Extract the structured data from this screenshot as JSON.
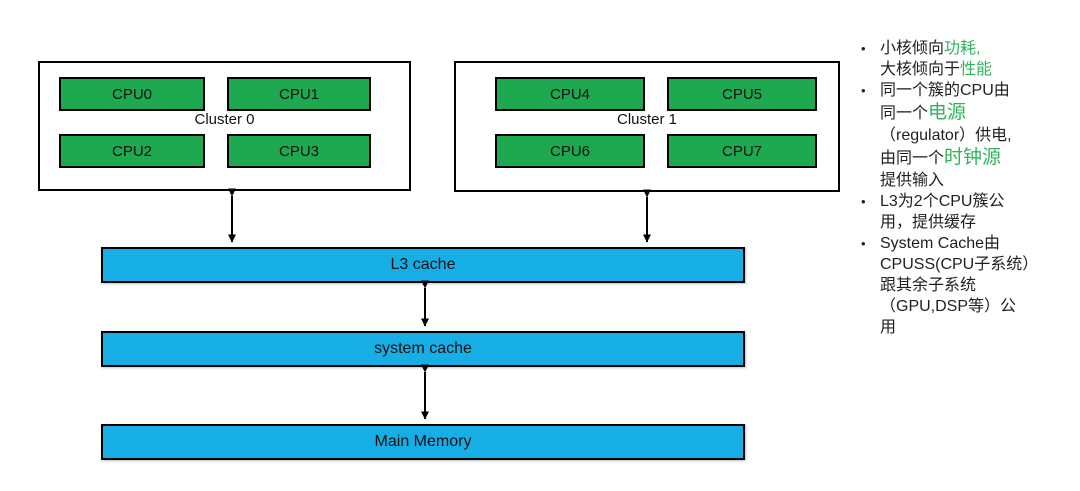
{
  "colors": {
    "cpu_green": "#1EA850",
    "bar_blue": "#17AEE6",
    "highlight_green": "#2FB45C",
    "line_black": "#000000"
  },
  "clusters": [
    {
      "label": "Cluster 0",
      "cpus": [
        "CPU0",
        "CPU1",
        "CPU2",
        "CPU3"
      ]
    },
    {
      "label": "Cluster 1",
      "cpus": [
        "CPU4",
        "CPU5",
        "CPU6",
        "CPU7"
      ]
    }
  ],
  "bars": [
    {
      "label": "L3 cache"
    },
    {
      "label": "system cache"
    },
    {
      "label": "Main Memory"
    }
  ],
  "notes": {
    "bullet_char": "•",
    "bullets": [
      {
        "lines": [
          [
            {
              "t": "小核倾向"
            },
            {
              "t": "功耗,",
              "green": true
            }
          ],
          [
            {
              "t": "大核倾向于"
            },
            {
              "t": "性能",
              "green": true
            }
          ]
        ]
      },
      {
        "lines": [
          [
            {
              "t": "同一个簇的CPU由"
            }
          ],
          [
            {
              "t": "同一个"
            },
            {
              "t": "电源",
              "green": true,
              "large": true
            }
          ],
          [
            {
              "t": "（regulator）供电,"
            }
          ],
          [
            {
              "t": "由同一个"
            },
            {
              "t": "时钟源",
              "green": true,
              "large": true
            }
          ],
          [
            {
              "t": "提供输入"
            }
          ]
        ]
      },
      {
        "lines": [
          [
            {
              "t": "L3为2个CPU簇公"
            }
          ],
          [
            {
              "t": "用，提供缓存"
            }
          ]
        ]
      },
      {
        "lines": [
          [
            {
              "t": "System Cache由"
            }
          ],
          [
            {
              "t": "CPUSS(CPU子系统）"
            }
          ],
          [
            {
              "t": "跟其余子系统"
            }
          ],
          [
            {
              "t": "（GPU,DSP等）公"
            }
          ],
          [
            {
              "t": "用"
            }
          ]
        ]
      }
    ]
  }
}
